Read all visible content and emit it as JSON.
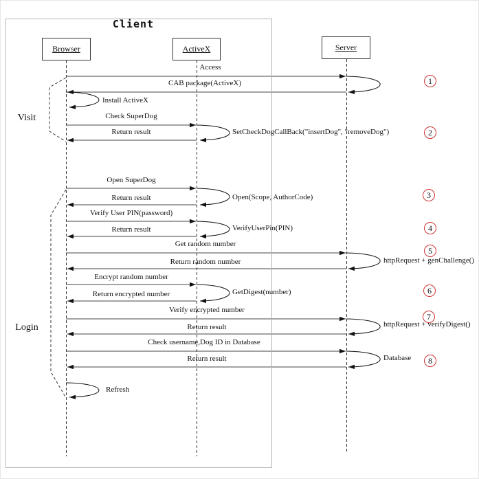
{
  "diagram": {
    "title": "Client",
    "actors": [
      {
        "name": "Browser"
      },
      {
        "name": "ActiveX"
      },
      {
        "name": "Server"
      }
    ],
    "phases": [
      {
        "label": "Visit"
      },
      {
        "label": "Login"
      }
    ],
    "messages": {
      "access": "Access",
      "cab_package": "CAB package(ActiveX)",
      "install_activex": "Install ActiveX",
      "check_superdog": "Check SuperDog",
      "return_result_visit": "Return result",
      "set_check_dog_callback": "SetCheckDogCallBack(\"insertDog\", \"removeDog\")",
      "open_superdog": "Open SuperDog",
      "return_result_open": "Return result",
      "open_scope": "Open(Scope, AuthorCode)",
      "verify_user_pin": "Verify User PIN(password)",
      "return_result_pin": "Return result",
      "verify_user_pin_call": "VerifyUserPin(PIN)",
      "get_random_number": "Get random number",
      "return_random_number": "Return random number",
      "gen_challenge": "httpRequest + genChallenge()",
      "encrypt_random_number": "Encrypt  random number",
      "return_encrypted_number": "Return encrypted number",
      "get_digest": "GetDigest(number)",
      "verify_encrypted_number": "Verify encrypted number",
      "return_result_verify": "Return result",
      "verify_digest": "httpRequest + verifyDigest()",
      "check_username_db": "Check username,Dog ID in Database",
      "return_result_db": "Return result",
      "database": "Database",
      "refresh": "Refresh"
    },
    "steps": [
      "1",
      "2",
      "3",
      "4",
      "5",
      "6",
      "7",
      "8"
    ],
    "colors": {
      "step_circle": "#cc3333",
      "line": "#444444",
      "frame_border": "#b3b3b3"
    }
  }
}
